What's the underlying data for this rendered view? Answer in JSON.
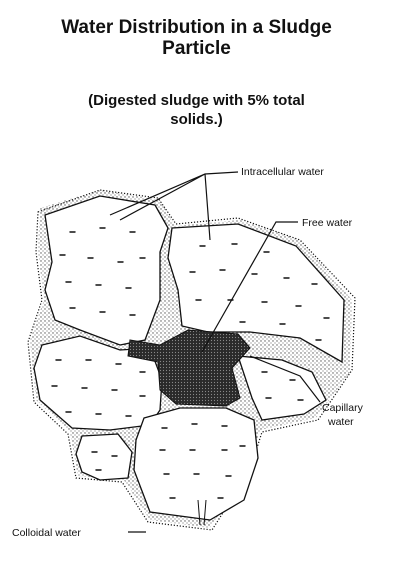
{
  "title": {
    "line1": "Water Distribution in a Sludge",
    "line2": "Particle"
  },
  "subtitle": {
    "line1": "(Digested sludge with 5% total",
    "line2": "solids.)"
  },
  "labels": {
    "intracellular": "Intracellular water",
    "free": "Free water",
    "capillary_line1": "Capillary",
    "capillary_line2": "water",
    "colloidal": "Colloidal water"
  },
  "colors": {
    "ink": "#111111",
    "free_water_fill": "#3a3a3a",
    "capillary_fill": "#bdbdbd",
    "background": "#ffffff"
  }
}
